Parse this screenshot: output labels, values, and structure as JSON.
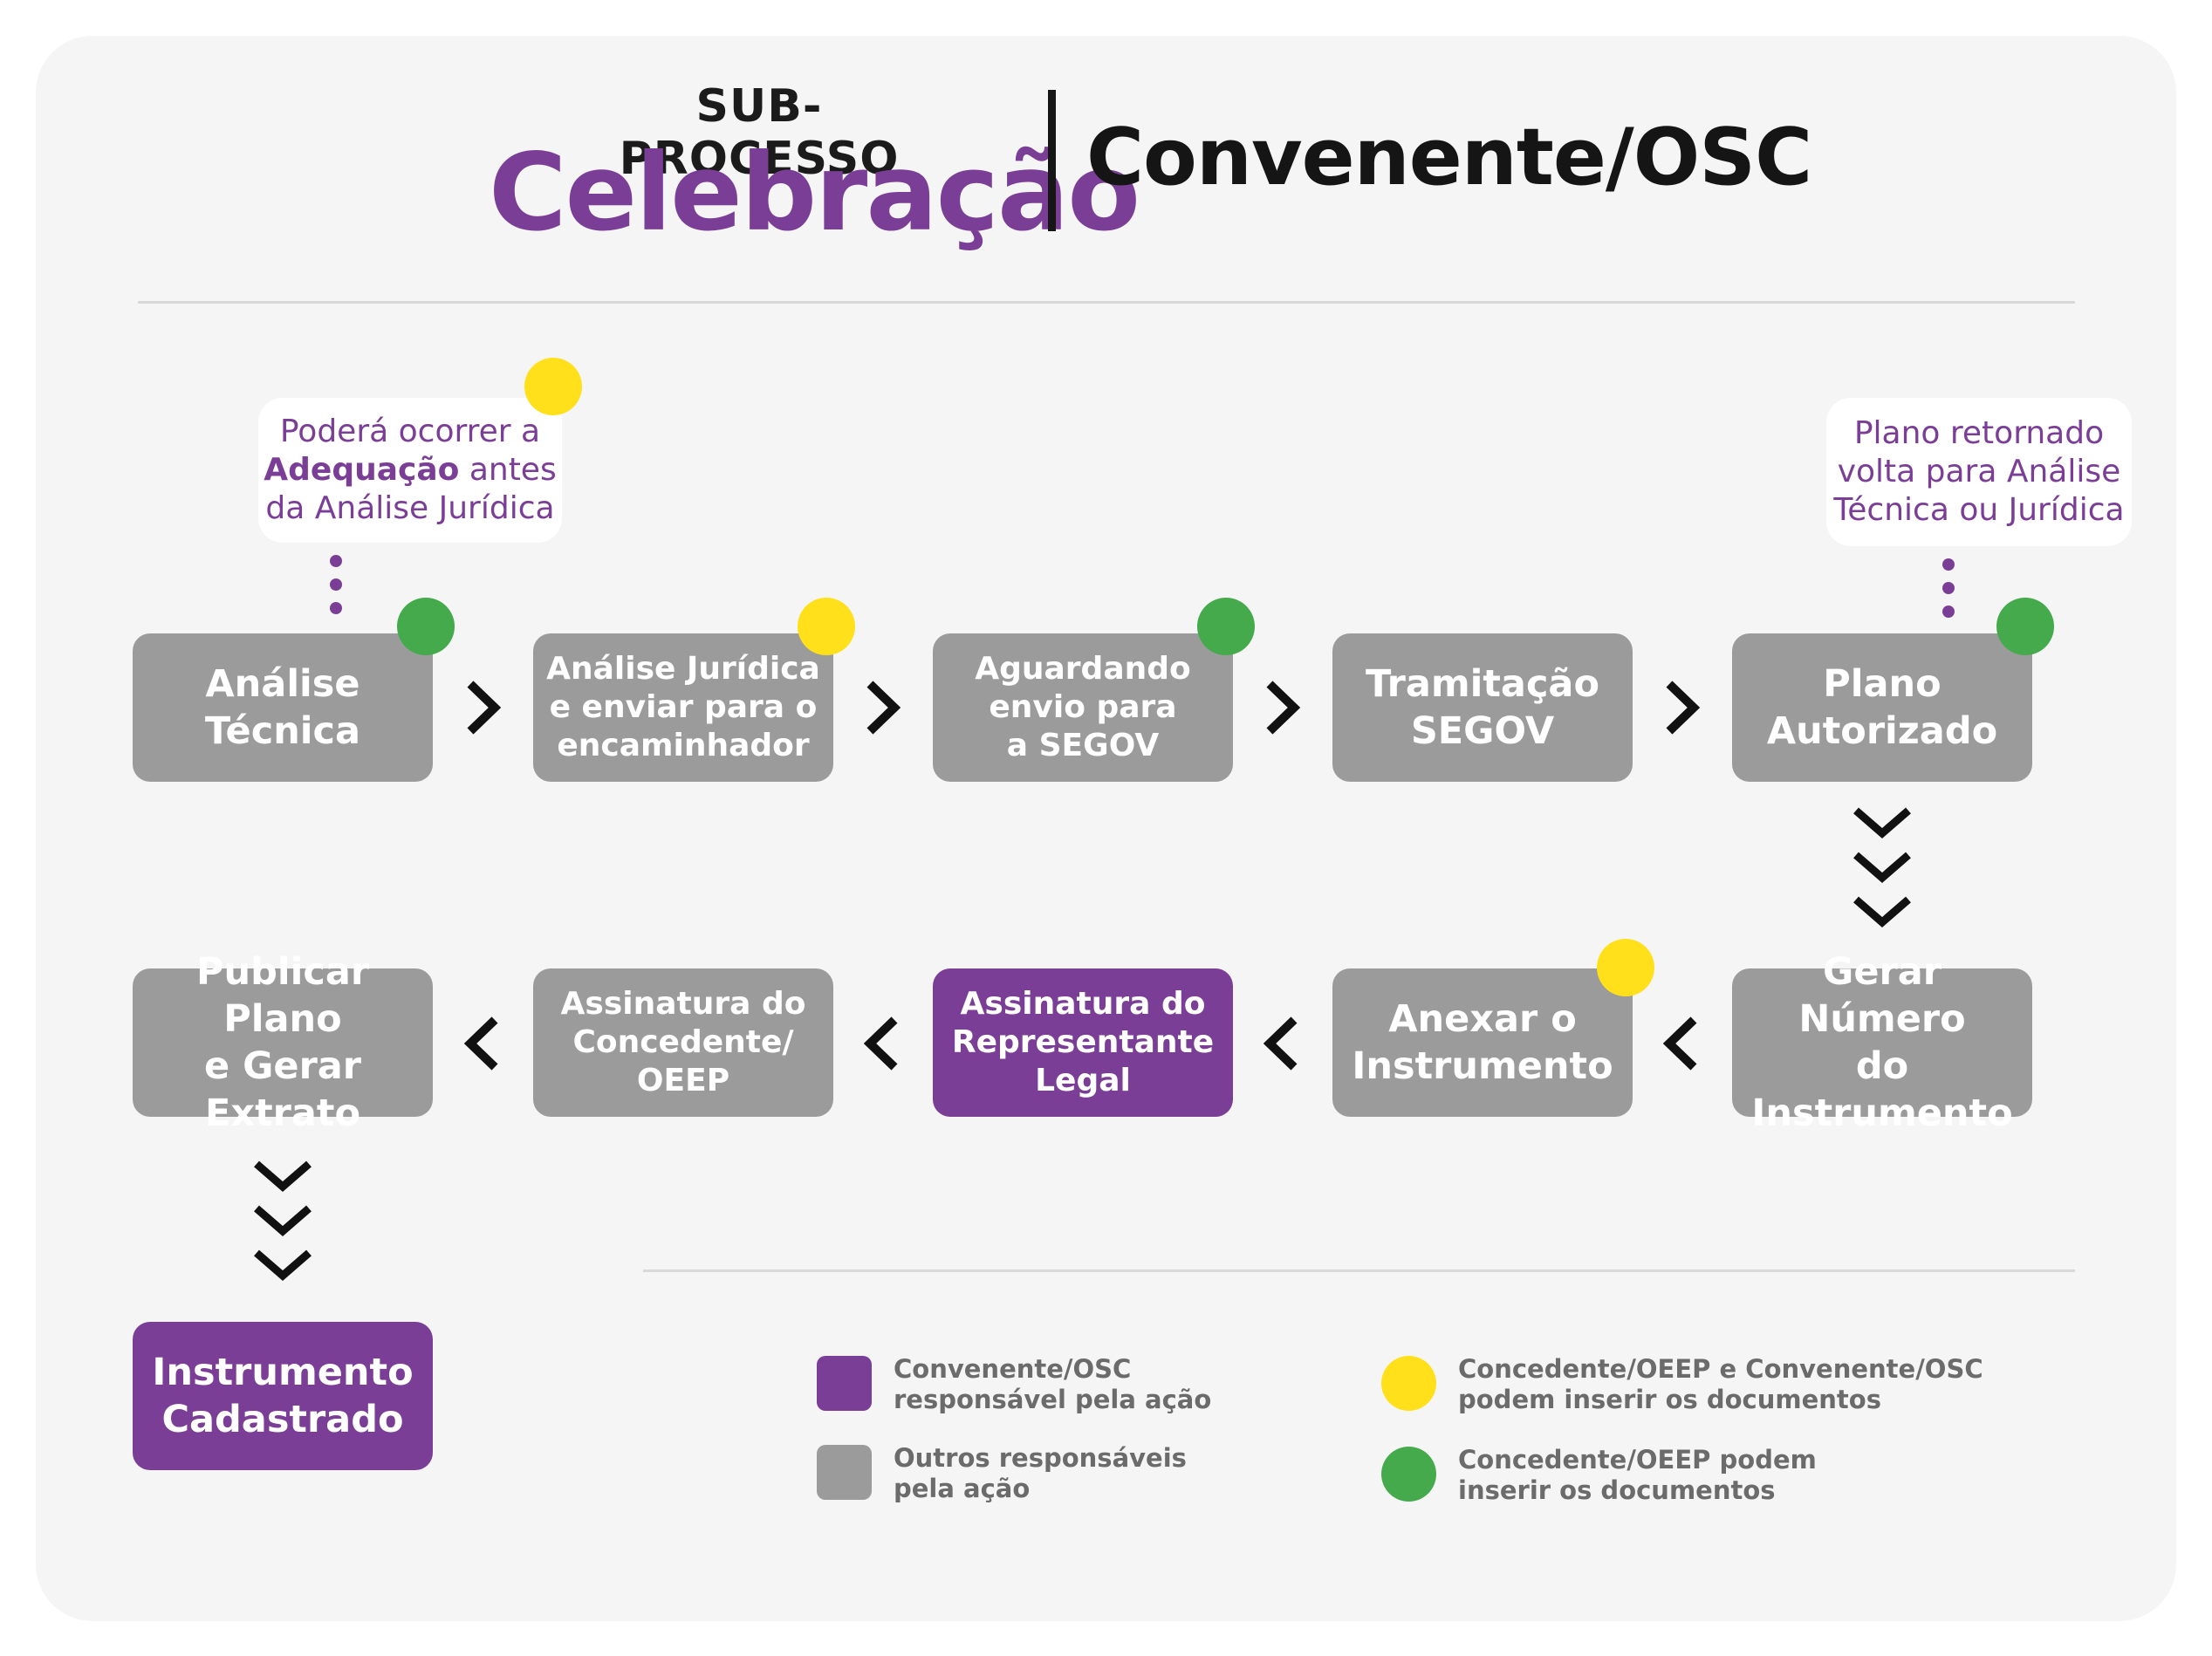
{
  "header": {
    "sub_label": "SUB-PROCESSO",
    "title": "Celebração",
    "actor": "Convenente/OSC"
  },
  "notes": {
    "left": {
      "line1": "Poderá ocorrer a",
      "bold": "Adequação",
      "after_bold": " antes",
      "line3": "da Análise Jurídica"
    },
    "right": "Plano retornado\nvolta para Análise\nTécnica ou Jurídica"
  },
  "steps": [
    {
      "label": "Análise\nTécnica",
      "color": "gray",
      "doc_badge": "green"
    },
    {
      "label": "Análise Jurídica\ne enviar para o\nencaminhador",
      "color": "gray",
      "doc_badge": "yellow"
    },
    {
      "label": "Aguardando\nenvio para\na SEGOV",
      "color": "gray",
      "doc_badge": "green"
    },
    {
      "label": "Tramitação\nSEGOV",
      "color": "gray",
      "doc_badge": "none"
    },
    {
      "label": "Plano\nAutorizado",
      "color": "gray",
      "doc_badge": "green"
    },
    {
      "label": "Gerar Número\ndo Instrumento",
      "color": "gray",
      "doc_badge": "none"
    },
    {
      "label": "Anexar o\nInstrumento",
      "color": "gray",
      "doc_badge": "yellow"
    },
    {
      "label": "Assinatura do\nRepresentante\nLegal",
      "color": "purple",
      "doc_badge": "none"
    },
    {
      "label": "Assinatura do\nConcedente/\nOEEP",
      "color": "gray",
      "doc_badge": "none"
    },
    {
      "label": "Publicar Plano\ne Gerar Extrato",
      "color": "gray",
      "doc_badge": "none"
    },
    {
      "label": "Instrumento\nCadastrado",
      "color": "purple",
      "doc_badge": "none"
    }
  ],
  "legend": {
    "purple": "Convenente/OSC\nresponsável pela ação",
    "gray": "Outros responsáveis\npela ação",
    "yellow": "Concedente/OEEP e Convenente/OSC\npodem inserir os documentos",
    "green": "Concedente/OEEP podem\ninserir os documentos"
  },
  "colors": {
    "purple": "#7b3e96",
    "gray": "#9b9b9b",
    "yellow": "#ffe01a",
    "green": "#44aa4b",
    "background": "#f5f5f5"
  }
}
